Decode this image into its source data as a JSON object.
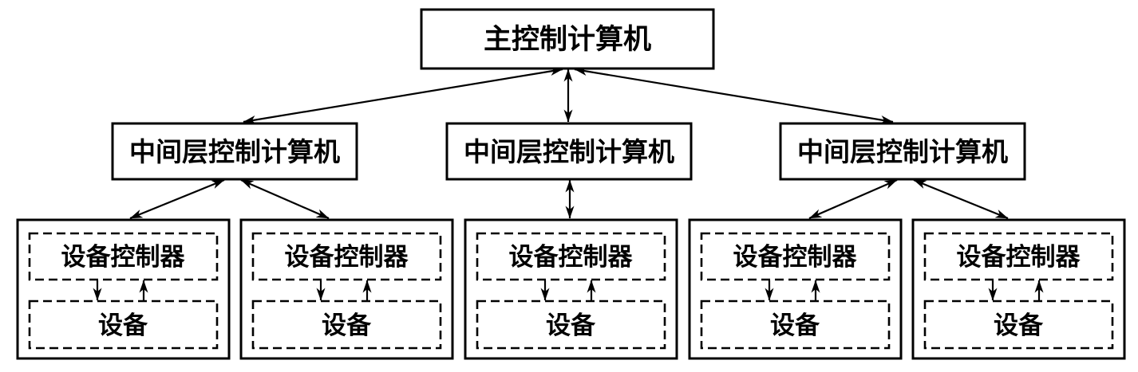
{
  "figure": {
    "background_color": "#ffffff",
    "line_color": "#000000",
    "main": {
      "label": "主控制计算机"
    },
    "middle": [
      {
        "label": "中间层控制计算机"
      },
      {
        "label": "中间层控制计算机"
      },
      {
        "label": "中间层控制计算机"
      }
    ],
    "units": [
      {
        "controller": "设备控制器",
        "device": "设备"
      },
      {
        "controller": "设备控制器",
        "device": "设备"
      },
      {
        "controller": "设备控制器",
        "device": "设备"
      },
      {
        "controller": "设备控制器",
        "device": "设备"
      },
      {
        "controller": "设备控制器",
        "device": "设备"
      }
    ]
  }
}
